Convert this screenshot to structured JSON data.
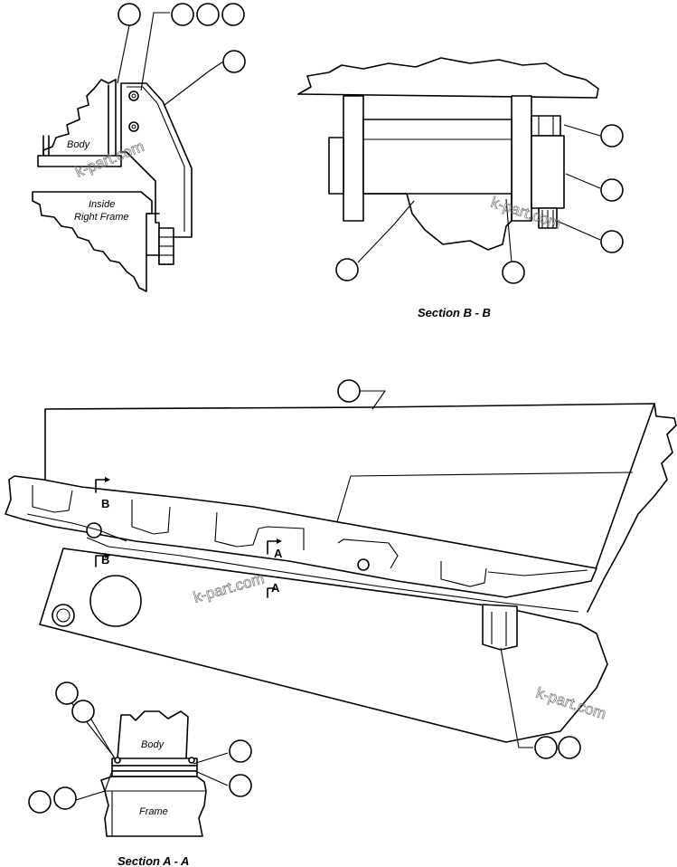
{
  "detail_top_left": {
    "body_label": "Body",
    "frame_label_line1": "Inside",
    "frame_label_line2": "Right Frame"
  },
  "section_b": {
    "title": "Section B - B"
  },
  "main_view": {
    "section_marker_b": "B",
    "section_marker_a": "A"
  },
  "section_a": {
    "title": "Section A - A",
    "body_label": "Body",
    "frame_label": "Frame"
  },
  "watermark": {
    "text": "k-part.com"
  },
  "colors": {
    "line": "#000000",
    "background": "#ffffff",
    "watermark": "#777777"
  }
}
